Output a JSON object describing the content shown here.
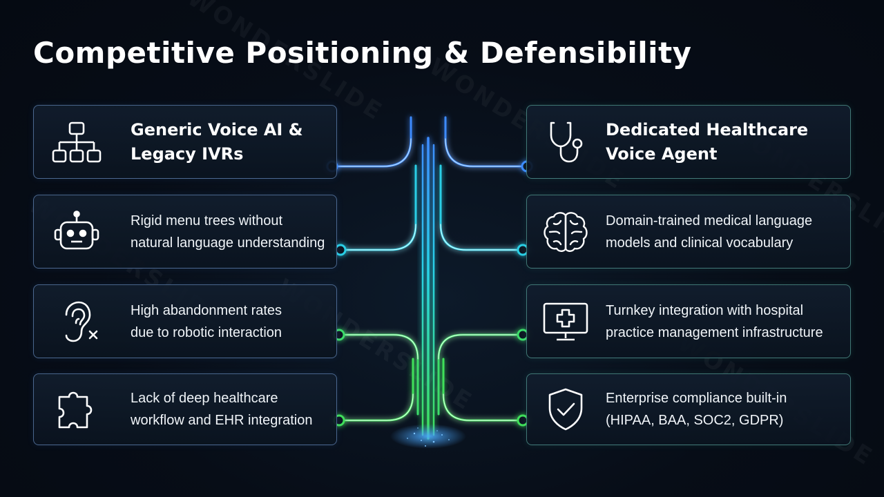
{
  "title": "Competitive Positioning & Defensibility",
  "watermark": "WONDERSLIDE",
  "left": {
    "header": {
      "icon": "hierarchy-icon",
      "lines": [
        "Generic Voice AI &",
        "Legacy IVRs"
      ]
    },
    "items": [
      {
        "icon": "robot-icon",
        "lines": [
          "Rigid menu trees without",
          "natural language understanding"
        ]
      },
      {
        "icon": "ear-x-icon",
        "lines": [
          "High abandonment rates",
          "due to robotic interaction"
        ]
      },
      {
        "icon": "puzzle-icon",
        "lines": [
          "Lack of deep healthcare",
          "workflow and EHR integration"
        ]
      }
    ]
  },
  "right": {
    "header": {
      "icon": "stethoscope-icon",
      "lines": [
        "Dedicated Healthcare",
        "Voice Agent"
      ]
    },
    "items": [
      {
        "icon": "brain-icon",
        "lines": [
          "Domain-trained medical language",
          "models and clinical vocabulary"
        ]
      },
      {
        "icon": "monitor-medical-cross-icon",
        "lines": [
          "Turnkey integration with hospital",
          "practice management infrastructure"
        ]
      },
      {
        "icon": "shield-check-icon",
        "lines": [
          "Enterprise compliance built-in",
          "(HIPAA, BAA, SOC2, GDPR)"
        ]
      }
    ]
  },
  "colors": {
    "blue": "#3d8bff",
    "cyan": "#29d3e6",
    "green": "#3fe05a"
  }
}
